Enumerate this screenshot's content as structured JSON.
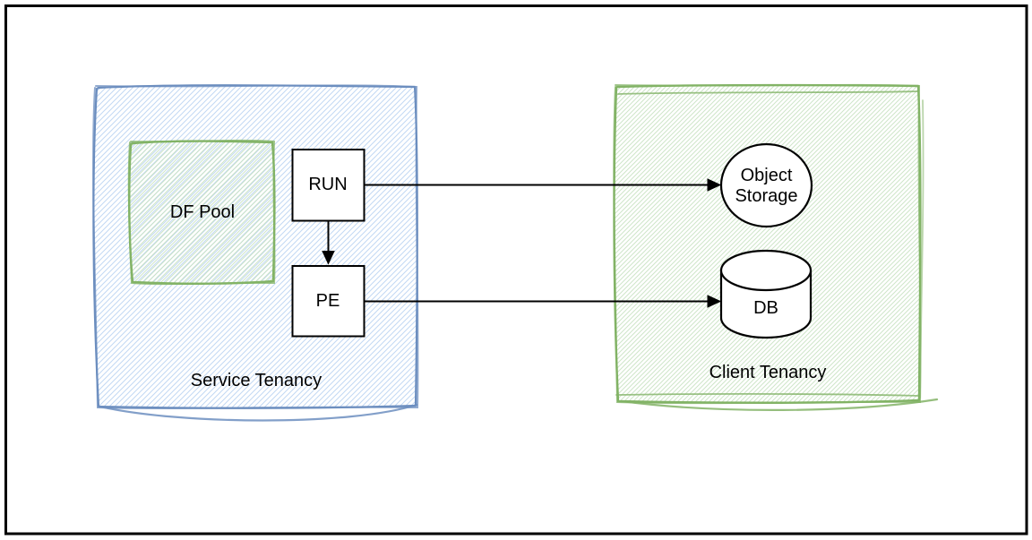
{
  "canvas": {
    "background": "#ffffff",
    "frame_color": "#000000"
  },
  "diagram": {
    "type": "architecture-sketch",
    "containers": {
      "service_tenancy": {
        "label": "Service Tenancy",
        "stroke": "#6c8ebf",
        "hatch": "#bcd4f2"
      },
      "df_pool": {
        "label": "DF Pool",
        "stroke": "#82b366",
        "hatch": "#c9e3c3"
      },
      "client_tenancy": {
        "label": "Client Tenancy",
        "stroke": "#82b366",
        "hatch": "#c9e3c3"
      }
    },
    "nodes": {
      "run": {
        "label": "RUN",
        "shape": "rectangle",
        "fill": "#ffffff",
        "stroke": "#000000"
      },
      "pe": {
        "label": "PE",
        "shape": "rectangle",
        "fill": "#ffffff",
        "stroke": "#000000"
      },
      "object_storage": {
        "label": "Object Storage",
        "shape": "circle",
        "fill": "#ffffff",
        "stroke": "#000000"
      },
      "db": {
        "label": "DB",
        "shape": "cylinder",
        "fill": "#ffffff",
        "stroke": "#000000"
      }
    },
    "edges": [
      {
        "from": "RUN",
        "to": "PE",
        "style": "solid-arrow",
        "color": "#000000"
      },
      {
        "from": "RUN",
        "to": "Object Storage",
        "style": "solid-arrow",
        "color": "#000000"
      },
      {
        "from": "PE",
        "to": "DB",
        "style": "solid-arrow",
        "color": "#000000"
      }
    ]
  }
}
